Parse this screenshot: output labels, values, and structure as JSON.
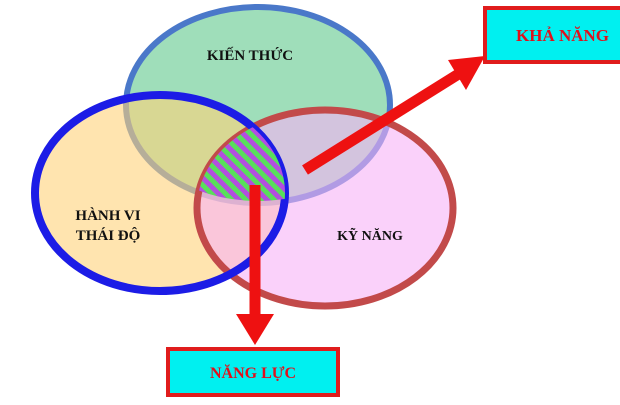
{
  "sets": {
    "knowledge": {
      "label": "KIẾN THỨC",
      "fill": "#7fd3a3",
      "stroke": "#4a78c9"
    },
    "skills": {
      "label": "KỸ NĂNG",
      "fill": "#f7b3f7",
      "stroke": "#c24a4a"
    },
    "behavior": {
      "label_line1": "HÀNH VI",
      "label_line2": "THÁI ĐỘ",
      "fill": "#ffd27a",
      "stroke": "#1c1ce6"
    }
  },
  "intersection": {
    "pattern_colors": [
      "#58e05a",
      "#b34ee0"
    ]
  },
  "outputs": {
    "capability": {
      "label": "KHẢ NĂNG",
      "fill": "#00f0f0",
      "border": "#e01c1c"
    },
    "competence": {
      "label": "NĂNG LỰC",
      "fill": "#00f0f0",
      "border": "#e01c1c"
    }
  },
  "arrow_color": "#ee1111"
}
